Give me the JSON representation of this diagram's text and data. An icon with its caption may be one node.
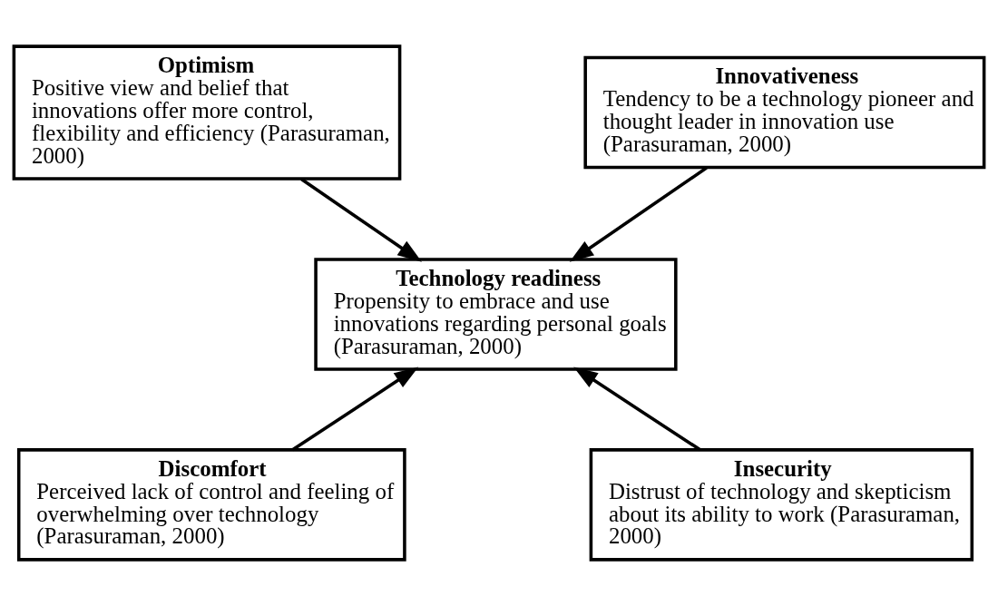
{
  "diagram": {
    "nodes": [
      {
        "text": [
          "Optimism",
          "Positive view and belief that innovations offer more control, flexibility and efficiency (Parasuraman, 2000)"
        ]
      },
      {
        "text": [
          "Innovativeness",
          "Tendency to be a technology pioneer and thought leader in innovation use (Parasuraman, 2000)"
        ]
      },
      {
        "text": [
          "Technology readiness",
          "Propensity to embrace and use innovations regarding personal goals (Parasuraman, 2000)"
        ]
      },
      {
        "text": [
          "Discomfort",
          "Perceived lack of control and feeling of overwhelming over technology (Parasuraman, 2000)"
        ]
      },
      {
        "text": [
          "Insecurity",
          "Distrust of technology and skepticism about its ability to work (Parasuraman, 2000)"
        ]
      }
    ],
    "edges": [
      {
        "from": 0,
        "to": 2,
        "arrow": "to"
      },
      {
        "from": 1,
        "to": 2,
        "arrow": "to"
      },
      {
        "from": 3,
        "to": 2,
        "arrow": "to"
      },
      {
        "from": 4,
        "to": 2,
        "arrow": "to"
      }
    ]
  }
}
